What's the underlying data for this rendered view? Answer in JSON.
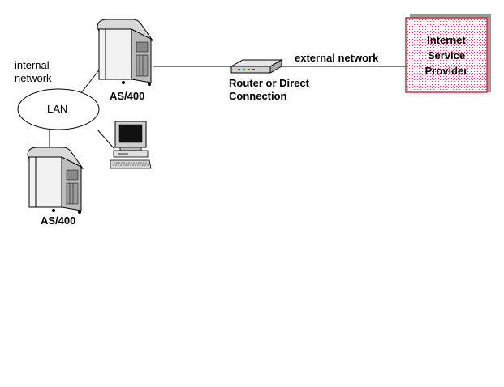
{
  "labels": {
    "internal_network_line1": "internal",
    "internal_network_line2": "network",
    "lan": "LAN",
    "as400_top": "AS/400",
    "as400_bottom": "AS/400",
    "router_line1": "Router or Direct",
    "router_line2": "Connection",
    "external_network": "external network",
    "isp_line1": "Internet",
    "isp_line2": "Service",
    "isp_line3": "Provider"
  },
  "colors": {
    "isp_border": "#cc3344",
    "isp_shadow": "#999999",
    "router_leds": "#dd2222",
    "line": "#000000"
  },
  "icons": {
    "server_top": "as400-server-icon",
    "server_bottom": "as400-server-icon",
    "workstation": "desktop-computer-icon",
    "router": "router-icon"
  }
}
